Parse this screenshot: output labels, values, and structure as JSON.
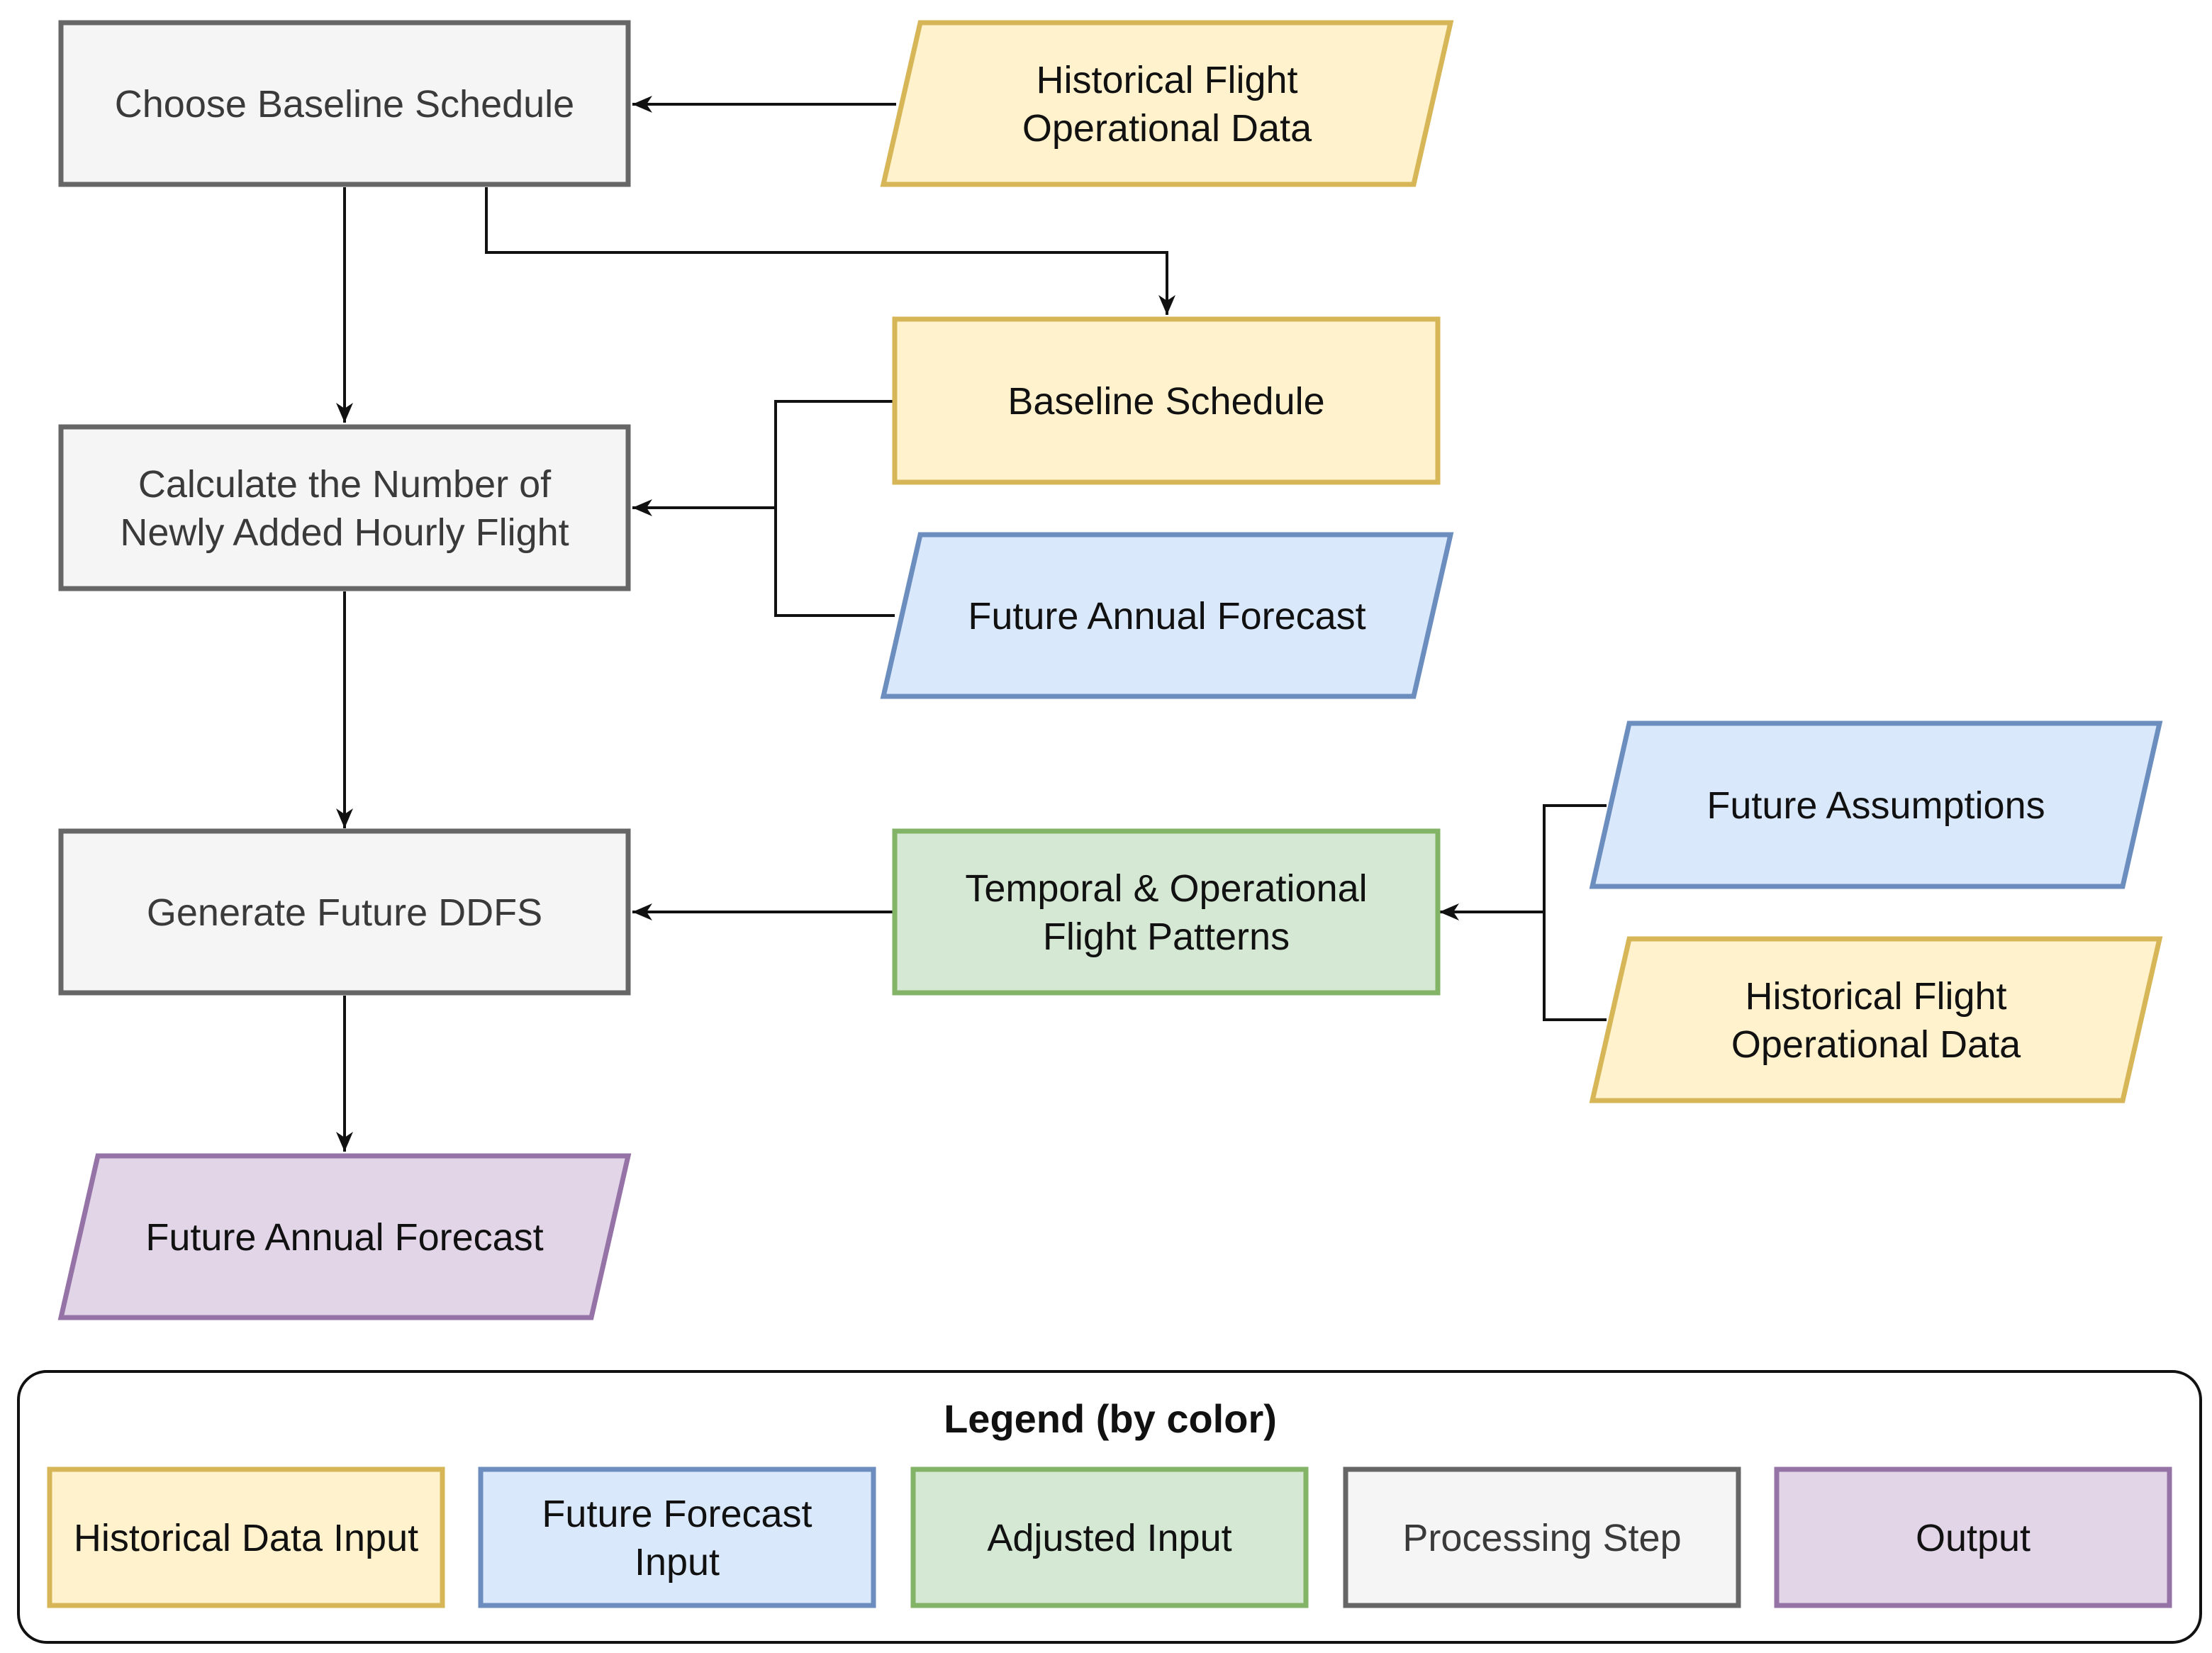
{
  "colors": {
    "historical": {
      "fill": "#fff2cc",
      "stroke": "#d6b656"
    },
    "forecast": {
      "fill": "#dae8fc",
      "stroke": "#6c8ebf"
    },
    "adjusted": {
      "fill": "#d5e8d4",
      "stroke": "#82b366"
    },
    "processing": {
      "fill": "#f5f5f5",
      "stroke": "#666666"
    },
    "output": {
      "fill": "#e1d5e7",
      "stroke": "#9673a6"
    }
  },
  "nodes": {
    "choose_baseline": {
      "lines": [
        "Choose Baseline Schedule"
      ]
    },
    "historical_input_1": {
      "lines": [
        "Historical Flight",
        "Operational Data"
      ]
    },
    "baseline_schedule": {
      "lines": [
        "Baseline Schedule"
      ]
    },
    "calculate_newly_added": {
      "lines": [
        "Calculate the Number of",
        "Newly Added Hourly Flight"
      ]
    },
    "future_annual_forecast_input": {
      "lines": [
        "Future Annual Forecast"
      ]
    },
    "future_assumptions": {
      "lines": [
        "Future Assumptions"
      ]
    },
    "temporal_patterns": {
      "lines": [
        "Temporal & Operational",
        "Flight Patterns"
      ]
    },
    "historical_input_2": {
      "lines": [
        "Historical Flight",
        "Operational Data"
      ]
    },
    "generate_future_ddfs": {
      "lines": [
        "Generate Future DDFS"
      ]
    },
    "future_annual_forecast_output": {
      "lines": [
        "Future Annual Forecast"
      ]
    }
  },
  "legend": {
    "title": "Legend (by color)",
    "items": [
      {
        "category": "historical",
        "lines": [
          "Historical Data Input"
        ]
      },
      {
        "category": "forecast",
        "lines": [
          "Future Forecast",
          "Input"
        ]
      },
      {
        "category": "adjusted",
        "lines": [
          "Adjusted Input"
        ]
      },
      {
        "category": "processing",
        "lines": [
          "Processing Step"
        ]
      },
      {
        "category": "output",
        "lines": [
          "Output"
        ]
      }
    ]
  }
}
